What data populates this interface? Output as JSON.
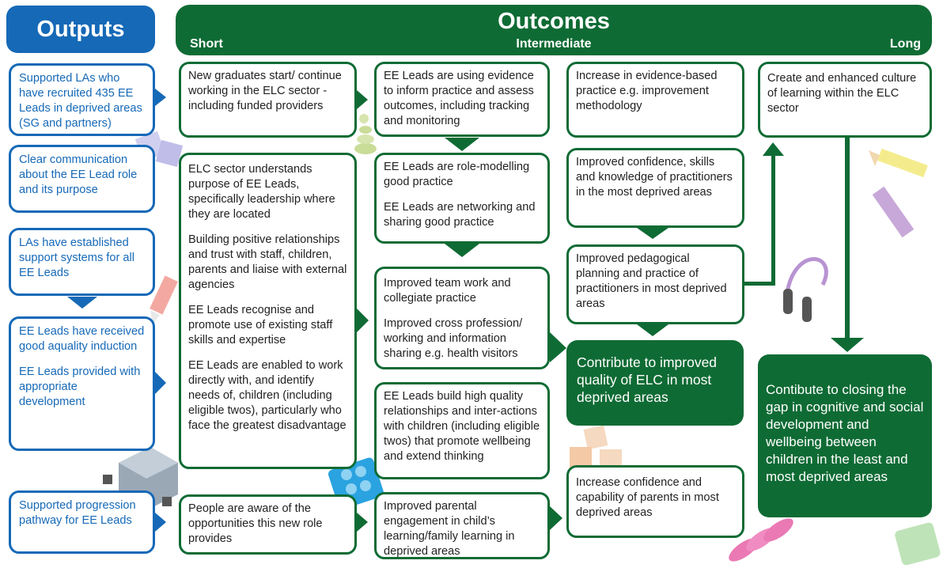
{
  "headers": {
    "outputs": "Outputs",
    "outcomes": "Outcomes",
    "short": "Short",
    "intermediate": "Intermediate",
    "long": "Long"
  },
  "outputs": [
    {
      "id": "o1",
      "lines": [
        "Supported LAs who have recruited 435 EE Leads in deprived areas (SG and partners)"
      ]
    },
    {
      "id": "o2",
      "lines": [
        "Clear communication about the EE Lead role and its purpose"
      ]
    },
    {
      "id": "o3",
      "lines": [
        "LAs have established support systems for all EE Leads"
      ]
    },
    {
      "id": "o4",
      "lines": [
        "EE Leads have received good aquality induction",
        "EE Leads provided with appropriate development"
      ]
    },
    {
      "id": "o5",
      "lines": [
        "Supported progression pathway for EE Leads"
      ]
    }
  ],
  "short": [
    {
      "id": "s1",
      "lines": [
        "New graduates start/ continue working in the ELC sector - including funded providers"
      ]
    },
    {
      "id": "s2",
      "lines": [
        "ELC sector understands purpose of EE Leads, specifically leadership where they are located",
        "Building positive relationships and trust with staff, children, parents and liaise with external agencies",
        "EE Leads recognise and promote use of existing staff skills and expertise",
        "EE Leads are enabled to work directly with, and identify needs of, children (including eligible twos), particularly who face the greatest disadvantage"
      ]
    },
    {
      "id": "s3",
      "lines": [
        "People are aware of the opportunities this new role provides"
      ]
    }
  ],
  "intermediate_a": [
    {
      "id": "i1",
      "lines": [
        "EE Leads are using evidence to inform practice and assess outcomes, including tracking and monitoring"
      ]
    },
    {
      "id": "i2",
      "lines": [
        "EE Leads are role-modelling good practice",
        "EE Leads are networking and sharing good practice"
      ]
    },
    {
      "id": "i3",
      "lines": [
        "Improved team work and collegiate practice",
        "Improved cross profession/ working and information sharing e.g. health visitors"
      ]
    },
    {
      "id": "i4",
      "lines": [
        "EE Leads build high quality relationships and inter-actions with children (including eligible twos) that promote wellbeing and extend thinking"
      ]
    },
    {
      "id": "i5",
      "lines": [
        "Improved parental engagement in child’s learning/family learning in deprived areas"
      ]
    }
  ],
  "intermediate_b": [
    {
      "id": "m1",
      "lines": [
        "Increase in evidence-based practice e.g. improvement methodology"
      ]
    },
    {
      "id": "m2",
      "lines": [
        "Improved confidence, skills and knowledge of practitioners in the most deprived areas"
      ]
    },
    {
      "id": "m3",
      "lines": [
        "Improved pedagogical planning and practice of practitioners in most deprived areas"
      ]
    },
    {
      "id": "m4",
      "lines": [
        "Contribute to improved quality of ELC in most deprived areas"
      ]
    },
    {
      "id": "m5",
      "lines": [
        "Increase confidence and capability of parents in most deprived areas"
      ]
    }
  ],
  "long": [
    {
      "id": "l1",
      "lines": [
        "Create and enhanced culture of learning within the ELC sector"
      ]
    },
    {
      "id": "l2",
      "lines": [
        "Contibute to closing the gap in cognitive and social development and wellbeing between children in the least and most deprived areas"
      ]
    }
  ],
  "colors": {
    "blue": "#1669b7",
    "green": "#0f6b34"
  }
}
